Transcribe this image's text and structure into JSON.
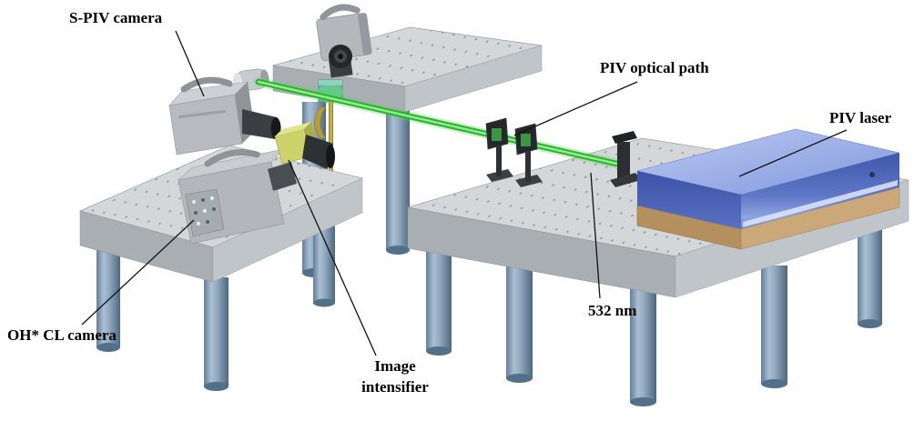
{
  "figure": {
    "type": "experimental-setup-diagram",
    "description": "PIV / OH* chemiluminescence optical diagnostics setup on optical tables",
    "background": "#ffffff"
  },
  "labels": {
    "spiv_camera": "S-PIV camera",
    "piv_optical_path": "PIV optical path",
    "piv_laser": "PIV laser",
    "wavelength_532nm": "532 nm",
    "oh_cl_camera": "OH* CL camera",
    "image_intensifier": {
      "line1": "Image",
      "line2": "intensifier"
    }
  },
  "colors": {
    "beam_green": "#35c03a",
    "laser_body_blue": "#5d76c4",
    "laser_base_brown": "#bf9c68",
    "table_top_gray": "#d4d7da",
    "table_front_gray": "#a9aeb3",
    "leg_steel_blue": "#8ba4bd",
    "intensifier_yellow_green": "#ccd36a",
    "text": "#000000"
  }
}
